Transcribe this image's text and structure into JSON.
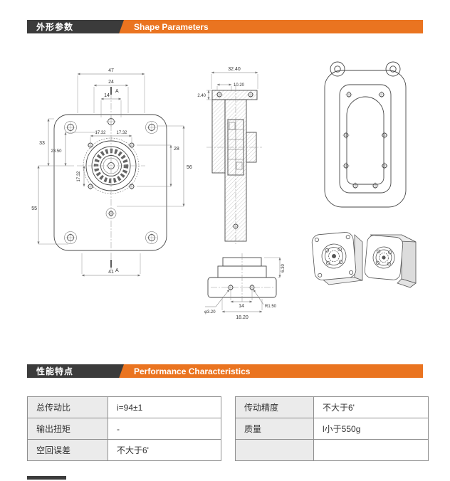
{
  "colors": {
    "accent-orange": "#EA7420",
    "header-dark": "#3B3B3B"
  },
  "header_shape": {
    "zh": "外形参数",
    "en": "Shape Parameters"
  },
  "header_perf": {
    "zh": "性能特点",
    "en": "Performance Characteristics"
  },
  "front": {
    "d47": "47",
    "d24": "24",
    "d14": "14",
    "a": "A",
    "d1732a": "17.32",
    "d1732b": "17.32",
    "d1732v": "17.32",
    "d33": "33",
    "d2350": "23.50",
    "d28": "28",
    "d56": "56",
    "d55": "55",
    "d41": "41"
  },
  "side": {
    "d3240": "32.40",
    "d1020": "10.20",
    "d240": "2.40"
  },
  "bottom": {
    "d630": "6.30",
    "d320": "φ3.20",
    "d14": "14",
    "r150": "R1.50",
    "d1820": "18.20"
  },
  "left_table": {
    "rows": [
      {
        "label": "总传动比",
        "value": "i=94±1"
      },
      {
        "label": "输出扭矩",
        "value": "-"
      },
      {
        "label": "空回误差",
        "value": "不大于6'"
      }
    ]
  },
  "right_table": {
    "rows": [
      {
        "label": "传动精度",
        "value": "不大于6'"
      },
      {
        "label": "质量",
        "value": "l小于550g"
      },
      {
        "label": "",
        "value": ""
      }
    ]
  }
}
